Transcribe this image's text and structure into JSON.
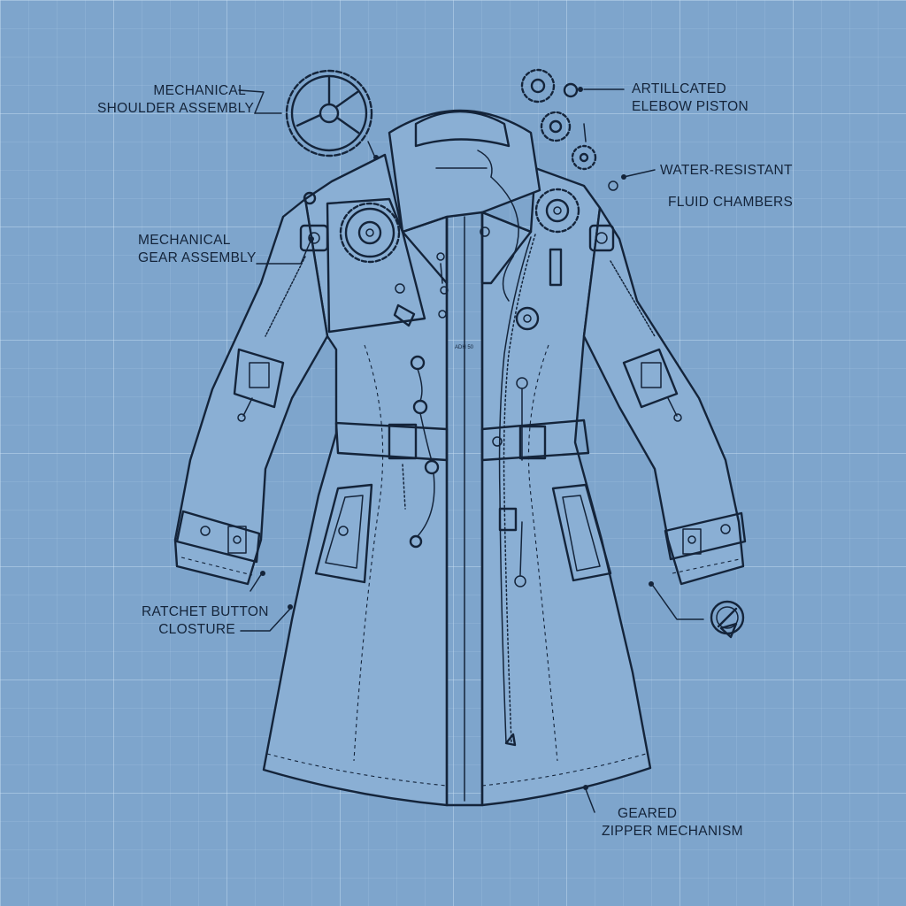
{
  "diagram": {
    "background_color": "#7ea5cc",
    "ink_color": "#14243a",
    "labels": {
      "shoulder": {
        "line1": "MECHANICAL",
        "line2": "SHOULDER ASSEMBLY"
      },
      "elbow": {
        "line1": "ARTILLCATED",
        "line2": "ELEBOW PISTON"
      },
      "water": {
        "line1": "WATER-RESISTANT",
        "line2": "FLUID CHAMBERS"
      },
      "gear": {
        "line1": "MECHANICAL",
        "line2": "GEAR ASSEMBLY"
      },
      "ratchet": {
        "line1": "RATCHET BUTTON",
        "line2": "CLOSTURE"
      },
      "zipper": {
        "line1": "GEARED",
        "line2": "ZIPPER MECHANISM"
      }
    },
    "small_marks": {
      "chest_tag": "ADH 50"
    }
  }
}
